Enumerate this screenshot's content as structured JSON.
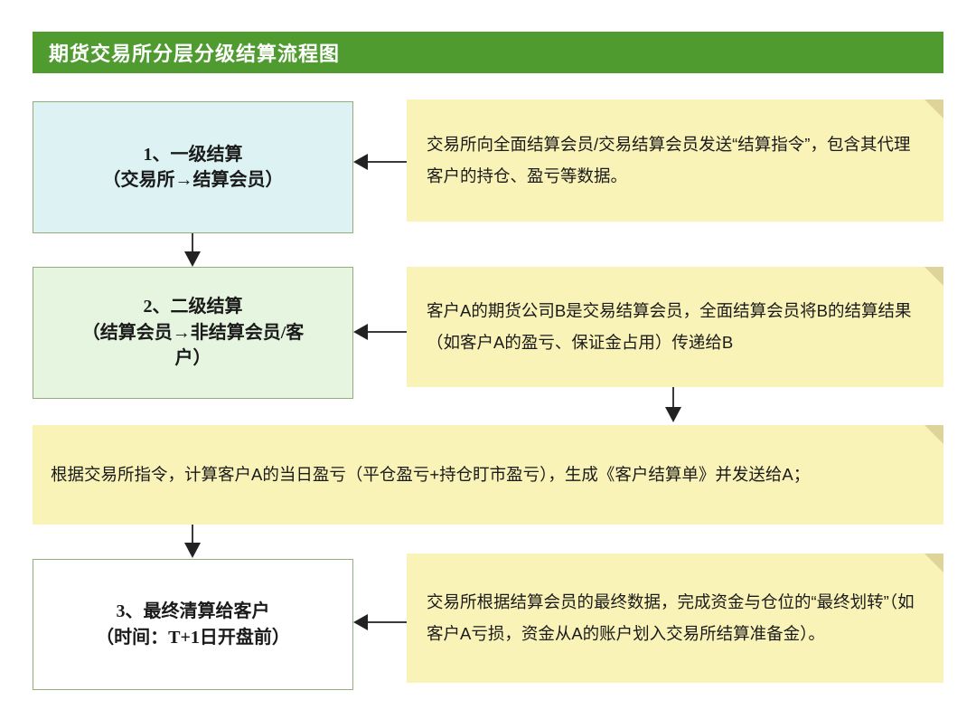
{
  "header": {
    "title": "期货交易所分层分级结算流程图",
    "bar_color": "#4f9b30",
    "text_color": "#ffffff"
  },
  "colors": {
    "title_green": "#4f9b30",
    "box1_fill": "#ddf3f3",
    "box2_fill": "#e6f5e0",
    "box3_fill": "#ffffff",
    "box_border": "#93ad7c",
    "note_fill": "#faf3b8",
    "note_fold": "#ded49a",
    "arrow": "#222222"
  },
  "steps": [
    {
      "id": "step-1",
      "label": "1、一级结算\n（交易所→结算会员）",
      "fill": "#ddf3f3"
    },
    {
      "id": "step-2",
      "label": "2、二级结算\n（结算会员→非结算会员/客\n户）",
      "fill": "#e6f5e0"
    },
    {
      "id": "step-3",
      "label": "3、最终清算给客户\n（时间：T+1日开盘前）",
      "fill": "#ffffff"
    }
  ],
  "notes": [
    {
      "id": "note-1",
      "text": "交易所向全面结算会员/交易结算会员发送“结算指令”，包含其代理客户的持仓、盈亏等数据。"
    },
    {
      "id": "note-2",
      "text": "客户A的期货公司B是交易结算会员，全面结算会员将B的结算结果（如客户A的盈亏、保证金占用）传递给B"
    },
    {
      "id": "note-wide",
      "text": "根据交易所指令，计算客户A的当日盈亏（平仓盈亏+持仓盯市盈亏），生成《客户结算单》并发送给A；"
    },
    {
      "id": "note-3",
      "text": "交易所根据结算会员的最终数据，完成资金与仓位的“最终划转”（如客户A亏损，资金从A的账户划入交易所结算准备金）。"
    }
  ],
  "connectors": [
    {
      "id": "note1-to-box1",
      "direction": "left"
    },
    {
      "id": "note2-to-box2",
      "direction": "left"
    },
    {
      "id": "note3-to-box3",
      "direction": "left"
    },
    {
      "id": "box1-to-box2",
      "direction": "down"
    },
    {
      "id": "note2-to-notewide",
      "direction": "down"
    },
    {
      "id": "notewide-to-box3",
      "direction": "down"
    }
  ]
}
